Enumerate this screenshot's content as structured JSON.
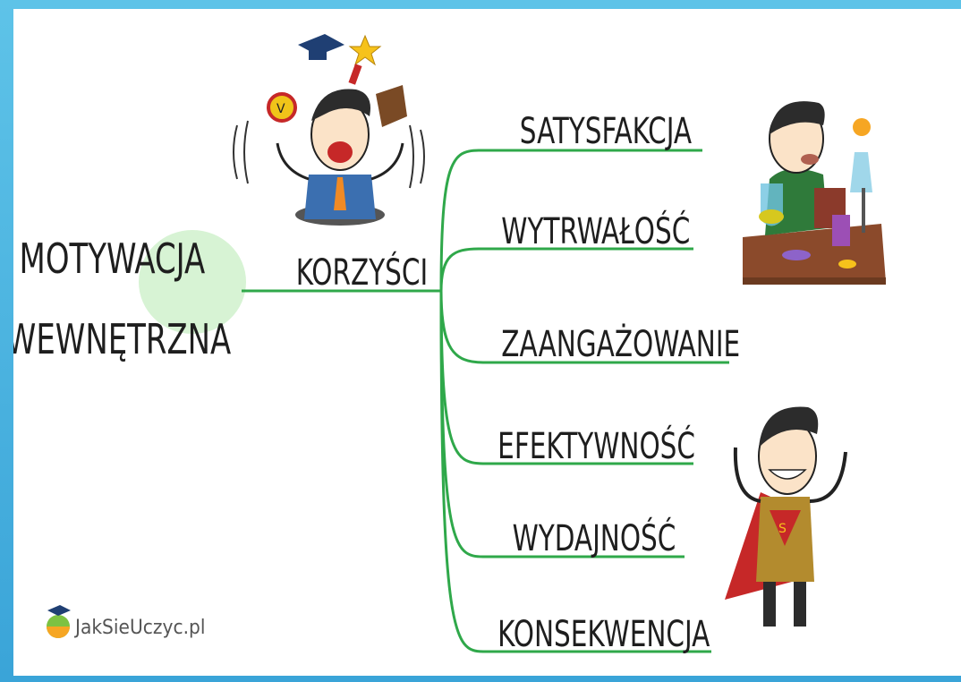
{
  "mindmap": {
    "root": {
      "line1": "MOTYWACJA",
      "line2": "WEWNĘTRZNA"
    },
    "center": "KORZYŚCI",
    "branches": [
      "SATYSFAKCJA",
      "WYTRWAŁOŚĆ",
      "ZAANGAŻOWANIE",
      "EFEKTYWNOŚĆ",
      "WYDAJNOŚĆ",
      "KONSEKWENCJA"
    ]
  },
  "brand": {
    "text": "JakSieUczyc.pl"
  },
  "colors": {
    "line": "#2fa84a",
    "root_bubble": "#d7f3d4",
    "frame_outer": "#3aa4d8",
    "ink": "#1e1e1e"
  },
  "illustrations": [
    "juggling-student-illustration",
    "chemist-student-illustration",
    "superhero-student-illustration"
  ]
}
